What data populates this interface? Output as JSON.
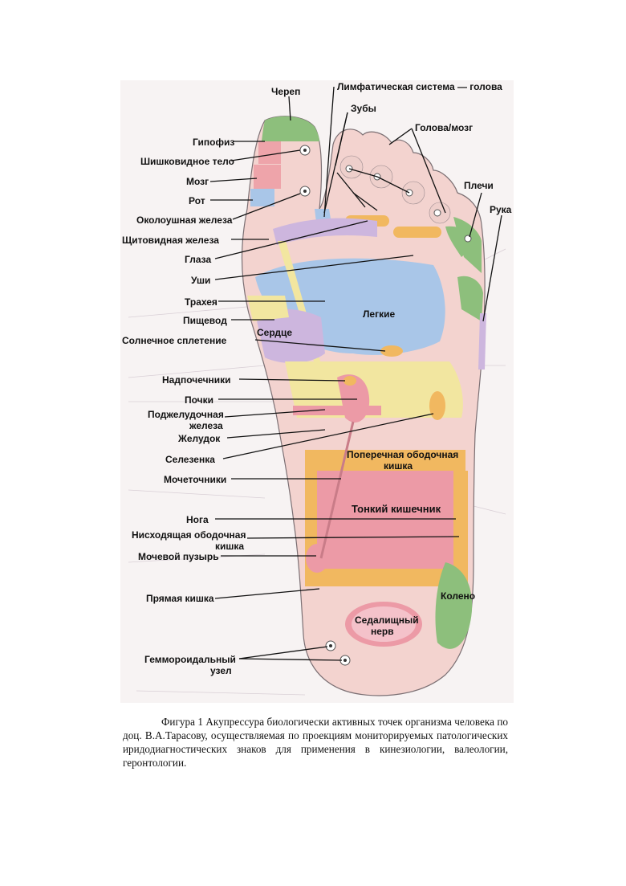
{
  "labels_left": {
    "skull": "Череп",
    "pituitary": "Гипофиз",
    "pineal": "Шишковидное тело",
    "brain": "Мозг",
    "mouth": "Рот",
    "parotid": "Околоушная железа",
    "thyroid": "Щитовидная железа",
    "eyes": "Глаза",
    "ears": "Уши",
    "trachea": "Трахея",
    "esophagus": "Пищевод",
    "solar_plexus": "Солнечное сплетение",
    "adrenals": "Надпочечники",
    "kidneys": "Почки",
    "pancreas_line1": "Поджелудочная",
    "pancreas_line2": "железа",
    "stomach": "Желудок",
    "spleen": "Селезенка",
    "ureters": "Мочеточники",
    "leg": "Нога",
    "descending_colon_line1": "Нисходящая ободочная",
    "descending_colon_line2": "кишка",
    "bladder": "Мочевой пузырь",
    "rectum": "Прямая кишка",
    "hemorrhoid_line1": "Геммороидальный",
    "hemorrhoid_line2": "узел"
  },
  "labels_top_right": {
    "lymph": "Лимфатическая система — голова",
    "teeth": "Зубы",
    "head_brain": "Голова/мозг",
    "shoulders": "Плечи",
    "arm": "Рука"
  },
  "labels_inside": {
    "heart": "Сердце",
    "lungs": "Легкие",
    "transverse_line1": "Поперечная ободочная",
    "transverse_line2": "кишка",
    "small_intestine": "Тонкий кишечник",
    "knee": "Колено",
    "sciatic_line1": "Седалищный",
    "sciatic_line2": "нерв"
  },
  "caption": {
    "text": "Фигура 1 Акупрессура биологически активных точек организма человека по доц. В.А.Тарасову, осуществляемая по проекциям мониторируемых патологических иридодиагностических знаков для применения в кинезиологии, валеологии, геронтологии."
  },
  "colors": {
    "skin": "#f3d3cf",
    "green": "#8dbf7c",
    "pink": "#eea4aa",
    "blue": "#a9c6e8",
    "lavender": "#cdb6de",
    "yellow": "#f2e6a0",
    "orange": "#f1b860",
    "salmon": "#ec9aa6"
  }
}
